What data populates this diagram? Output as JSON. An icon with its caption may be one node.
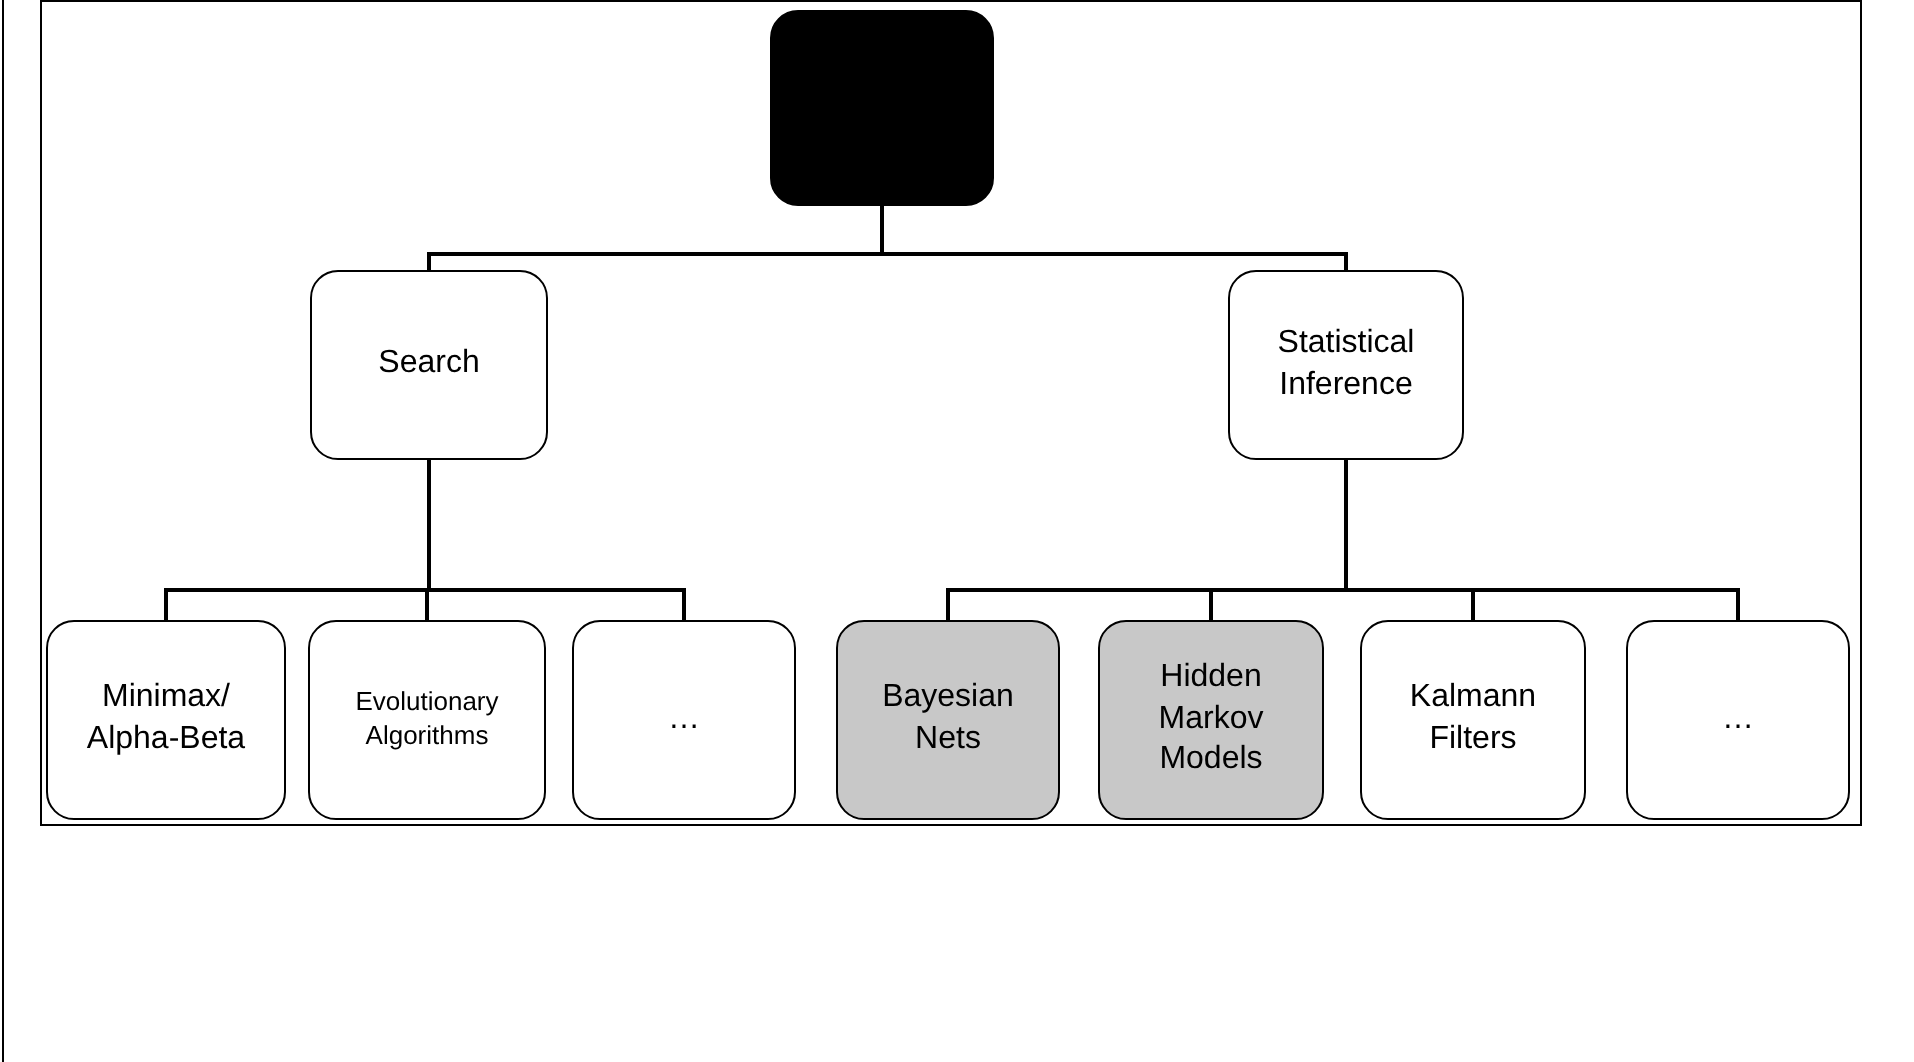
{
  "diagram": {
    "nodes": [
      {
        "text": [],
        "shape": "box"
      },
      {
        "text": [
          "Search"
        ]
      },
      {
        "text": [
          "Statistical Inference"
        ]
      },
      {
        "text": [
          "Minimax/ Alpha-Beta"
        ]
      },
      {
        "text": [
          "Evolutionary Algorithms"
        ]
      },
      {
        "text": [
          "…"
        ]
      },
      {
        "text": [
          "Bayesian Nets"
        ]
      },
      {
        "text": [
          "Hidden Markov Models"
        ]
      },
      {
        "text": [
          "Kalmann Filters"
        ]
      },
      {
        "text": [
          "…"
        ]
      }
    ],
    "edges": [
      {
        "from": 0,
        "to": 1,
        "arrow": "none"
      },
      {
        "from": 0,
        "to": 2,
        "arrow": "none"
      },
      {
        "from": 1,
        "to": 3,
        "arrow": "none"
      },
      {
        "from": 1,
        "to": 4,
        "arrow": "none"
      },
      {
        "from": 1,
        "to": 5,
        "arrow": "none"
      },
      {
        "from": 2,
        "to": 6,
        "arrow": "none"
      },
      {
        "from": 2,
        "to": 7,
        "arrow": "none"
      },
      {
        "from": 2,
        "to": 8,
        "arrow": "none"
      },
      {
        "from": 2,
        "to": 9,
        "arrow": "none"
      }
    ]
  }
}
